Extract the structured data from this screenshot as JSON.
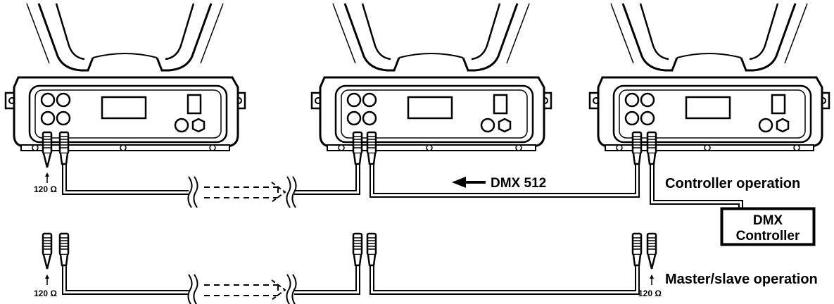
{
  "labels": {
    "dmx_signal": "DMX 512",
    "controller_operation": "Controller operation",
    "controller_box_line1": "DMX",
    "controller_box_line2": "Controller",
    "master_slave_operation": "Master/slave operation",
    "terminator": "120 Ω"
  },
  "fixtures": [
    {
      "id": "fixture-1"
    },
    {
      "id": "fixture-2"
    },
    {
      "id": "fixture-3"
    }
  ],
  "colors": {
    "line": "#000000",
    "background": "#ffffff"
  },
  "signal_direction": "right-to-left"
}
